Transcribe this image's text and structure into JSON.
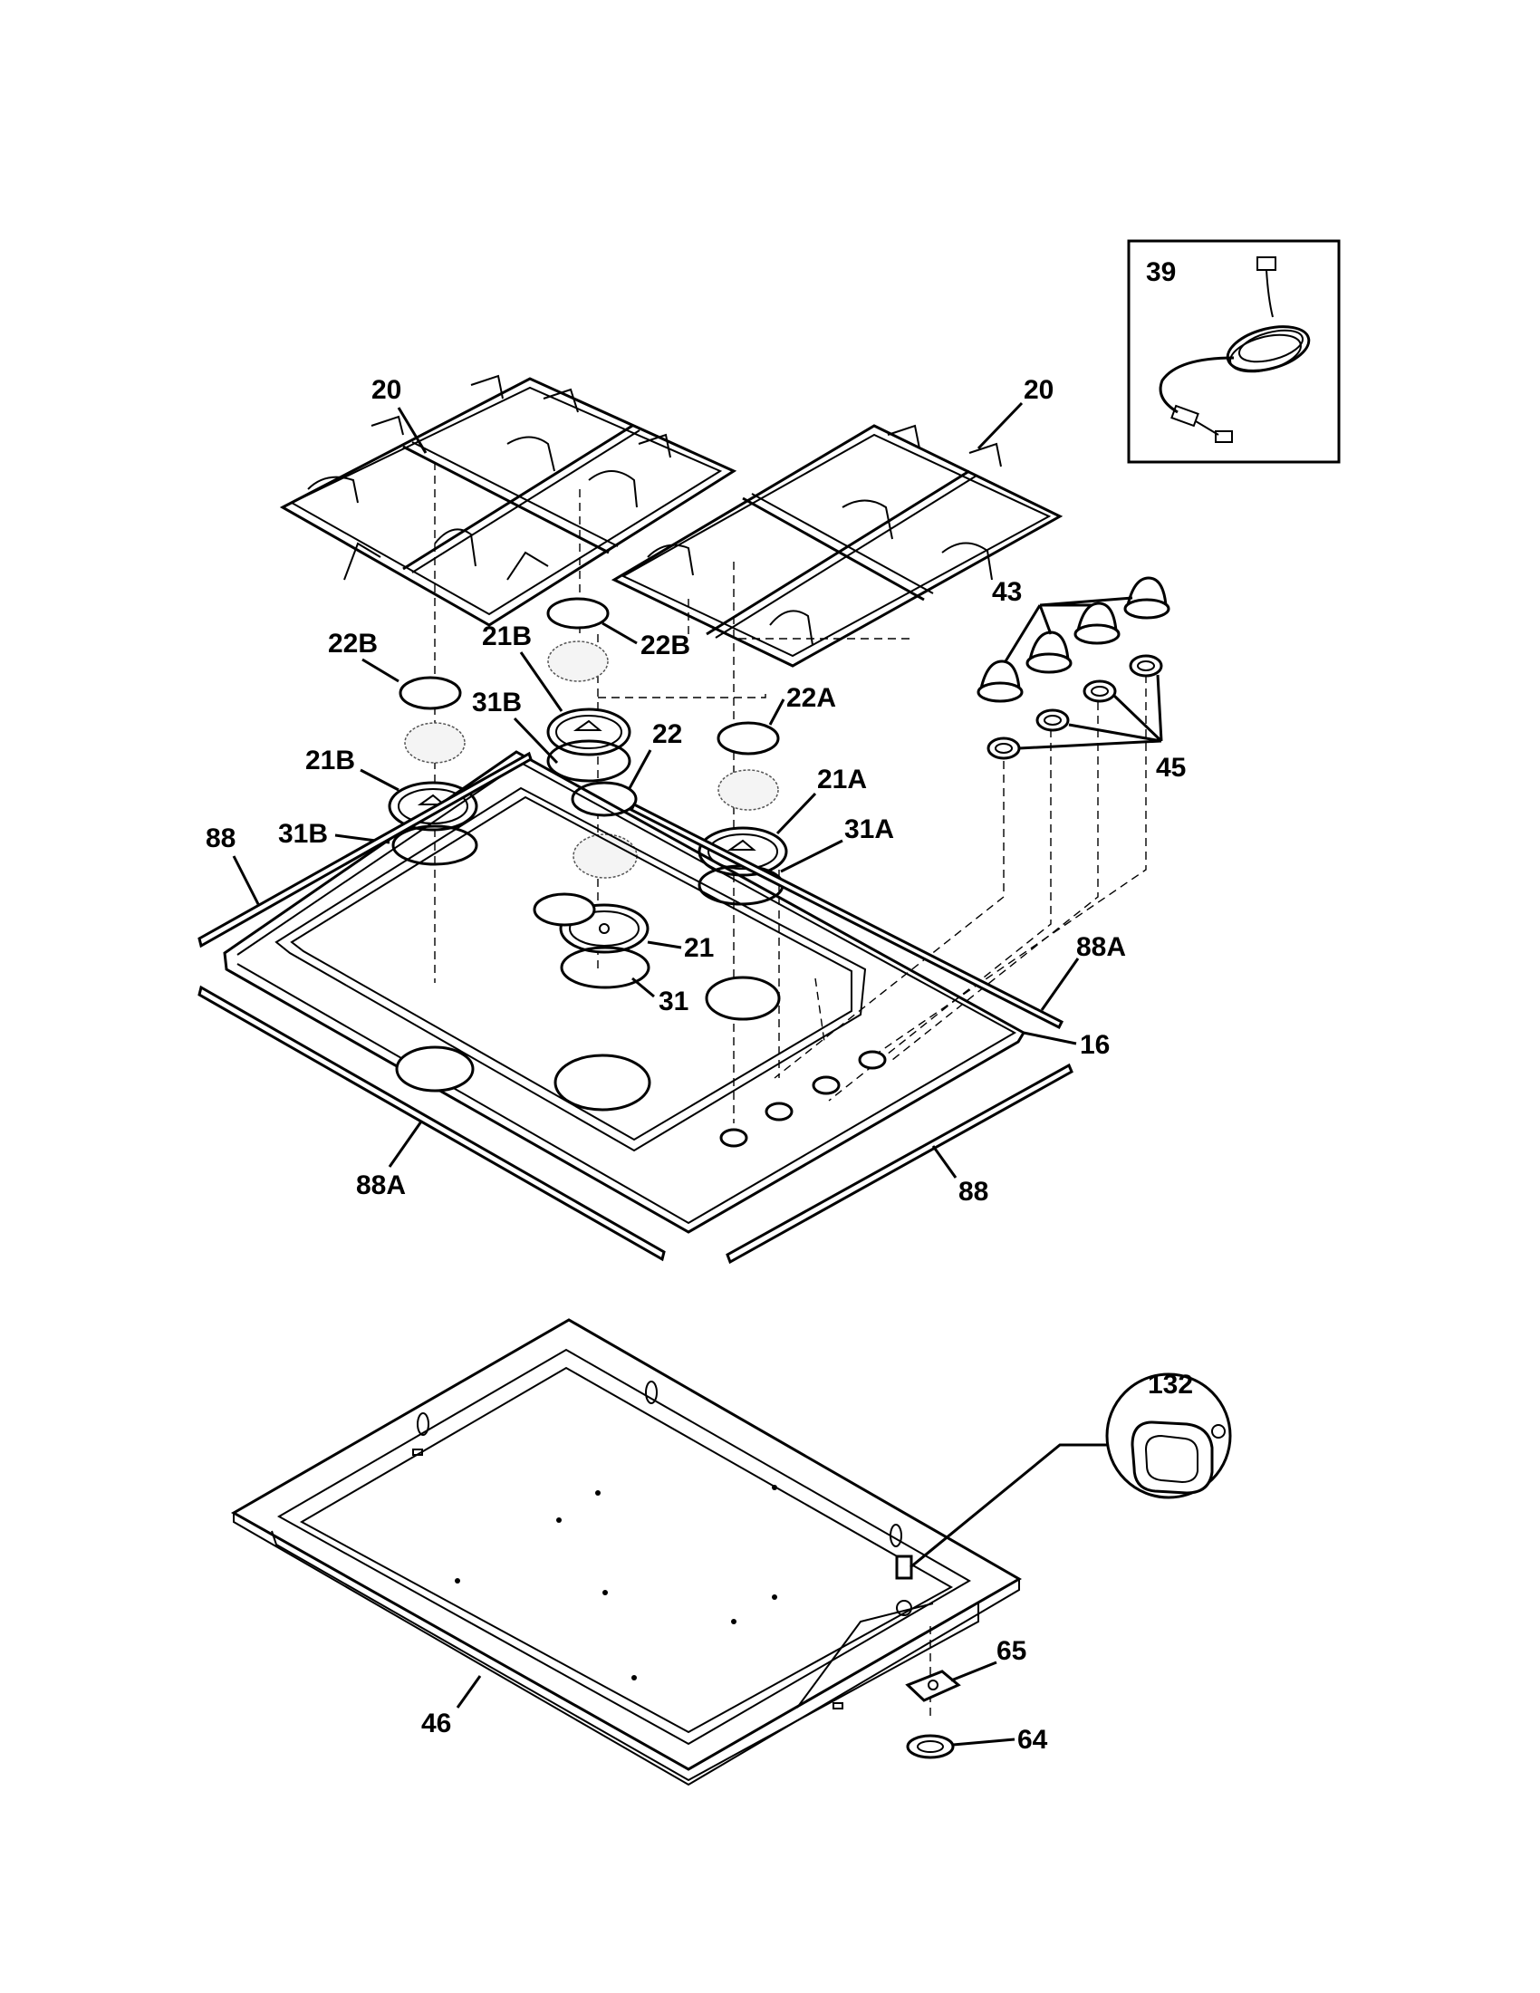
{
  "callouts": {
    "cord_39": "39",
    "grate_left_20": "20",
    "grate_right_20": "20",
    "knobs_43": "43",
    "cap_22b_left": "22B",
    "cap_22b_center": "22B",
    "head_21b_upper": "21B",
    "ring_31b_upper": "31B",
    "cap_22a": "22A",
    "cap_22": "22",
    "head_21b_left": "21B",
    "head_21a": "21A",
    "bezels_45": "45",
    "trim_88_left": "88",
    "ring_31b_left": "31B",
    "ring_31a": "31A",
    "head_21": "21",
    "trim_88a_right": "88A",
    "ring_31": "31",
    "cooktop_16": "16",
    "trim_88a_front": "88A",
    "trim_88_front": "88",
    "clip_132": "132",
    "gasket_65": "65",
    "nut_64": "64",
    "box_46": "46"
  }
}
